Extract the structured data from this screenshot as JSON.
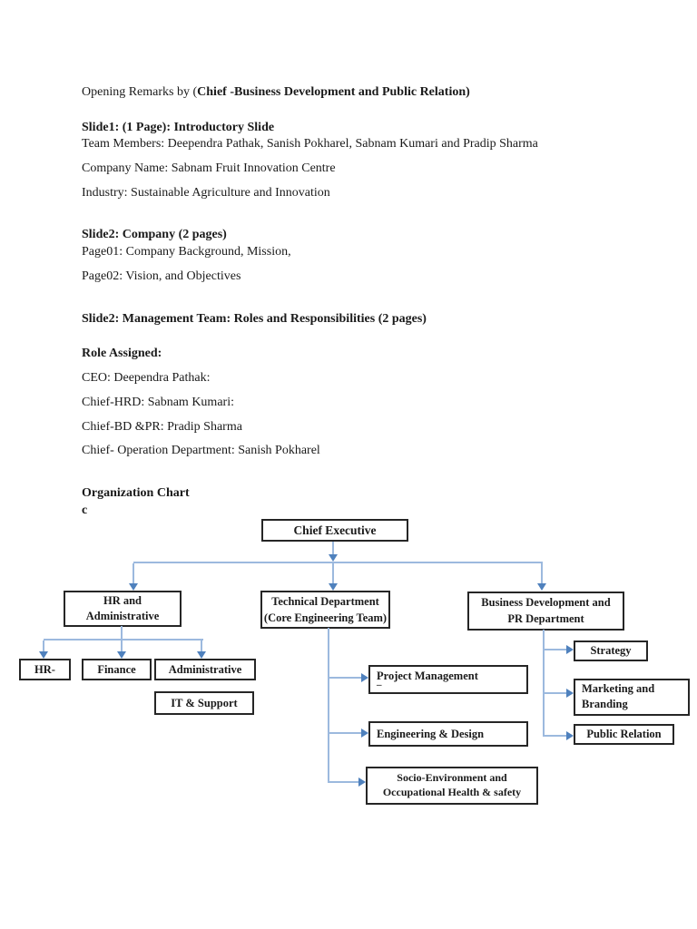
{
  "colors": {
    "connector_line": "#9cb9de",
    "connector_arrow": "#4f81bd",
    "box_border": "#262626",
    "text": "#1a1a1a",
    "page_background": "#ffffff"
  },
  "document": {
    "opening_prefix": "Opening Remarks by (",
    "opening_bold": "Chief -Business Development and Public Relation)",
    "slide1_heading": "Slide1: (1 Page): Introductory Slide",
    "team_members": "Team Members: Deependra Pathak, Sanish Pokharel, Sabnam Kumari and Pradip Sharma",
    "company_name": "Company Name: Sabnam Fruit Innovation Centre",
    "industry": "Industry: Sustainable Agriculture and Innovation",
    "slide2_heading": "Slide2: Company (2 pages)",
    "page01": "Page01: Company Background, Mission,",
    "page02": "Page02: Vision, and Objectives",
    "slide2b_heading": "Slide2: Management Team: Roles and Responsibilities (2 pages)",
    "role_assigned_heading": "Role Assigned:",
    "ceo": "CEO: Deependra Pathak:",
    "chief_hrd": "Chief-HRD: Sabnam Kumari:",
    "chief_bdpr": "Chief-BD &PR: Pradip Sharma",
    "chief_operation": "Chief- Operation Department: Sanish Pokharel",
    "org_chart_heading": "Organization Chart",
    "org_chart_sub": "c"
  },
  "org_chart": {
    "chief_executive": "Chief Executive",
    "hr_line1": "HR and",
    "hr_line2": "Administrative",
    "tech_line1": "Technical Department",
    "tech_line2": "(Core Engineering Team)",
    "bd_line1": "Business Development and",
    "bd_line2": "PR Department",
    "hr_sub_hr": "HR-",
    "hr_sub_finance": "Finance",
    "hr_sub_admin": "Administrative",
    "hr_sub_it": "IT & Support",
    "tech_sub_pm": "Project Management",
    "tech_sub_pm_dash": "–",
    "tech_sub_eng": "Engineering & Design",
    "tech_sub_socio_line1": "Socio-Environment and",
    "tech_sub_socio_line2": "Occupational Health & safety",
    "bd_sub_strategy": "Strategy",
    "bd_sub_marketing_line1": "Marketing and",
    "bd_sub_marketing_line2": "Branding",
    "bd_sub_pr": "Public Relation"
  }
}
